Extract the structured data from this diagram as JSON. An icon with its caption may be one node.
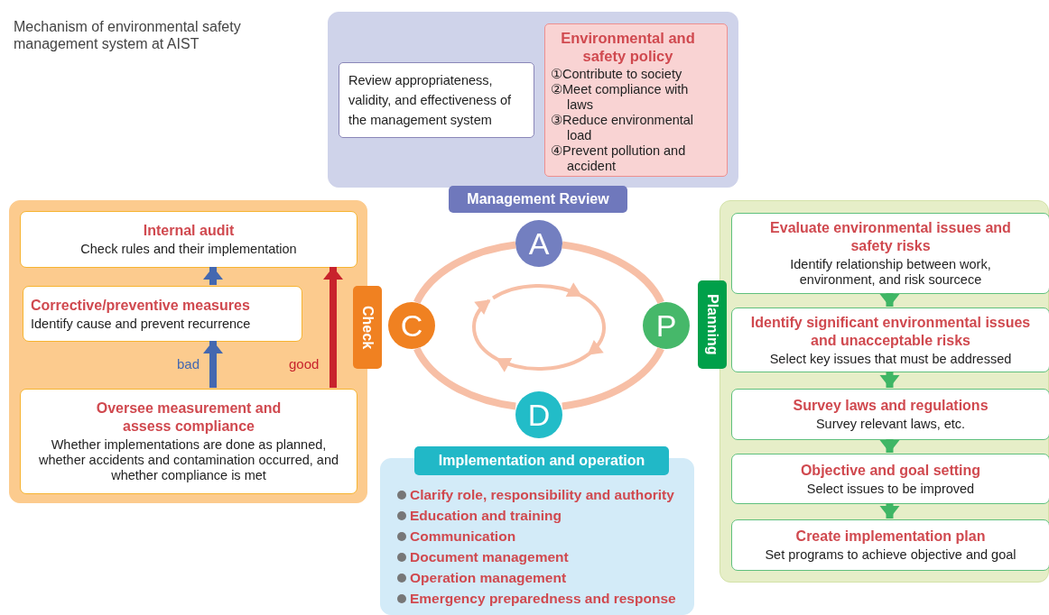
{
  "diagram": {
    "title": "Mechanism of environmental safety management system at AIST",
    "nodes": [
      {
        "text": [
          "Management Review"
        ]
      },
      {
        "text": [
          "Review appropriateness, validity, and effectiveness of the management system"
        ],
        "in": 0
      },
      {
        "text": [
          "Environmental and safety policy",
          "①Contribute to society",
          "②Meet compliance with laws",
          "③Reduce environmental load",
          "④Prevent pollution and accident"
        ],
        "in": 0
      },
      {
        "text": [
          "Check"
        ]
      },
      {
        "text": [
          "Internal audit",
          "Check rules and their implementation"
        ],
        "in": 3
      },
      {
        "text": [
          "Corrective/preventive measures",
          "Identify cause and prevent recurrence"
        ],
        "in": 3
      },
      {
        "text": [
          "Oversee measurement and assess compliance",
          "Whether implementations are done as planned, whether accidents and contamination occurred, and whether compliance is met"
        ],
        "in": 3
      },
      {
        "text": [
          "A"
        ]
      },
      {
        "text": [
          "P"
        ]
      },
      {
        "text": [
          "D"
        ]
      },
      {
        "text": [
          "C"
        ]
      },
      {
        "text": [
          "Planning"
        ]
      },
      {
        "text": [
          "Evaluate environmental issues and safety risks",
          "Identify relationship between work, environment, and risk sourcece"
        ],
        "in": 11
      },
      {
        "text": [
          "Identify significant environmental issues and unacceptable risks",
          "Select key issues that must be addressed"
        ],
        "in": 11
      },
      {
        "text": [
          "Survey laws and regulations",
          "Survey relevant laws, etc."
        ],
        "in": 11
      },
      {
        "text": [
          "Objective and goal setting",
          "Select issues to be improved"
        ],
        "in": 11
      },
      {
        "text": [
          "Create implementation plan",
          "Set programs to achieve objective and goal"
        ],
        "in": 11
      },
      {
        "text": [
          "Implementation and operation",
          "Clarify role, responsibility and authority",
          "Education and training",
          "Communication",
          "Document management",
          "Operation management",
          "Emergency preparedness and response"
        ]
      }
    ],
    "edges": [
      {
        "from": 6,
        "to": 5,
        "arrow": "to",
        "label": "bad",
        "color": "#4468b0"
      },
      {
        "from": 5,
        "to": 4,
        "arrow": "to",
        "color": "#4468b0"
      },
      {
        "from": 6,
        "to": 4,
        "arrow": "to",
        "label": "good",
        "color": "#c8232c"
      },
      {
        "from": 12,
        "to": 13,
        "arrow": "to",
        "color": "#3fb665"
      },
      {
        "from": 13,
        "to": 14,
        "arrow": "to",
        "color": "#3fb665"
      },
      {
        "from": 14,
        "to": 15,
        "arrow": "to",
        "color": "#3fb665"
      },
      {
        "from": 15,
        "to": 16,
        "arrow": "to",
        "color": "#3fb665"
      },
      {
        "from": 7,
        "to": 8,
        "arrow": "none",
        "color": "#f7bfa6"
      },
      {
        "from": 8,
        "to": 9,
        "arrow": "none",
        "color": "#f7bfa6"
      },
      {
        "from": 9,
        "to": 10,
        "arrow": "none",
        "color": "#f7bfa6"
      },
      {
        "from": 10,
        "to": 7,
        "arrow": "none",
        "color": "#f7bfa6"
      }
    ]
  }
}
